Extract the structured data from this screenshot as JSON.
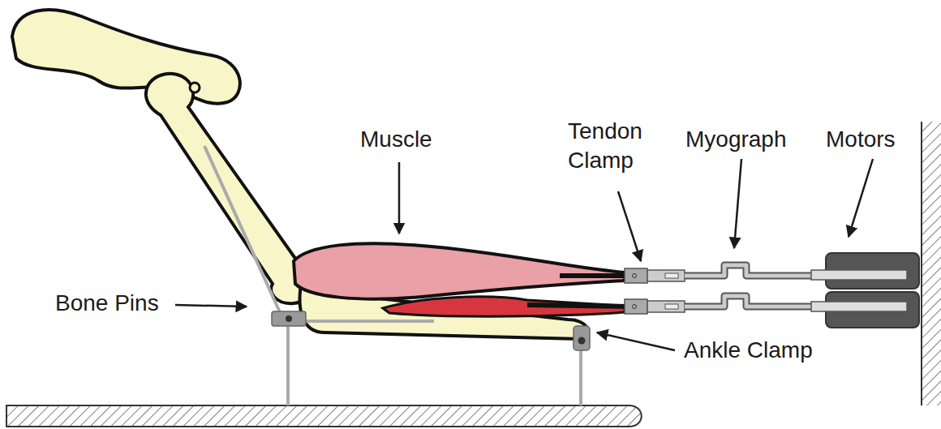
{
  "diagram": {
    "labels": [
      "Muscle",
      "Tendon Clamp",
      "Myograph",
      "Motors",
      "Bone Pins",
      "Ankle Clamp"
    ]
  }
}
